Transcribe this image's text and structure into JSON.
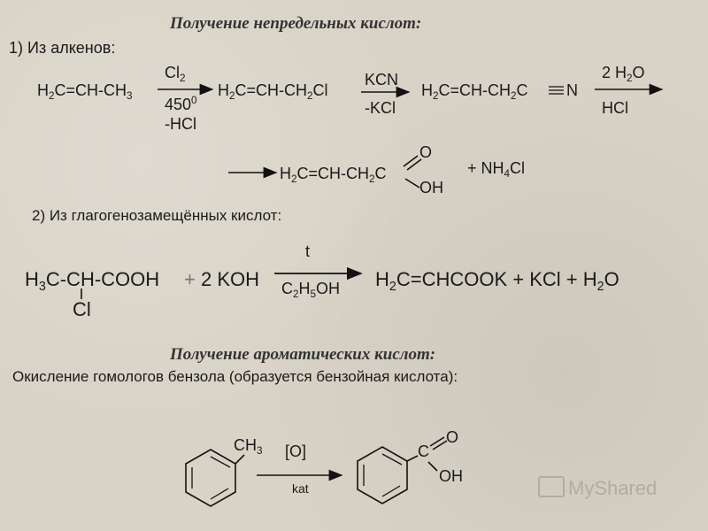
{
  "titles": {
    "unsaturated": "Получение непредельных кислот:",
    "aromatic": "Получение ароматических кислот:"
  },
  "section1": {
    "label": "1) Из алкенов:",
    "reactant": "H2C=CH-CH3",
    "arrow1_top": "Cl2",
    "arrow1_bottom_temp": "450",
    "arrow1_bottom_loss": "-HCl",
    "product1": "H2C=CH-CH2Cl",
    "arrow2_top": "KCN",
    "arrow2_bottom": "-KCl",
    "product2": "H2C=CH-CH2C≡N",
    "arrow3_top": "2 H2O",
    "arrow3_bottom": "HCl",
    "product3": "H2C=CH-CH2C(=O)OH",
    "product3_o": "O",
    "product3_oh": "OH",
    "byproduct": "+ NH4Cl"
  },
  "section2": {
    "label": "2) Из глагогенозамещённых кислот:",
    "reactant": "H3C-CH-COOH",
    "reactant_sub": "Cl",
    "reagent": "+ 2 KOH",
    "arrow_top": "t",
    "arrow_bottom": "C2H5OH",
    "products": "H2C=CHCOOK + KCl + H2O"
  },
  "section3": {
    "label": "Окисление гомологов бензола (образуется бензойная кислота):",
    "reactant_group": "CH3",
    "arrow_top": "[O]",
    "arrow_bottom": "kat",
    "product_o": "O",
    "product_c": "C",
    "product_oh": "OH"
  },
  "watermark": "MyShared"
}
